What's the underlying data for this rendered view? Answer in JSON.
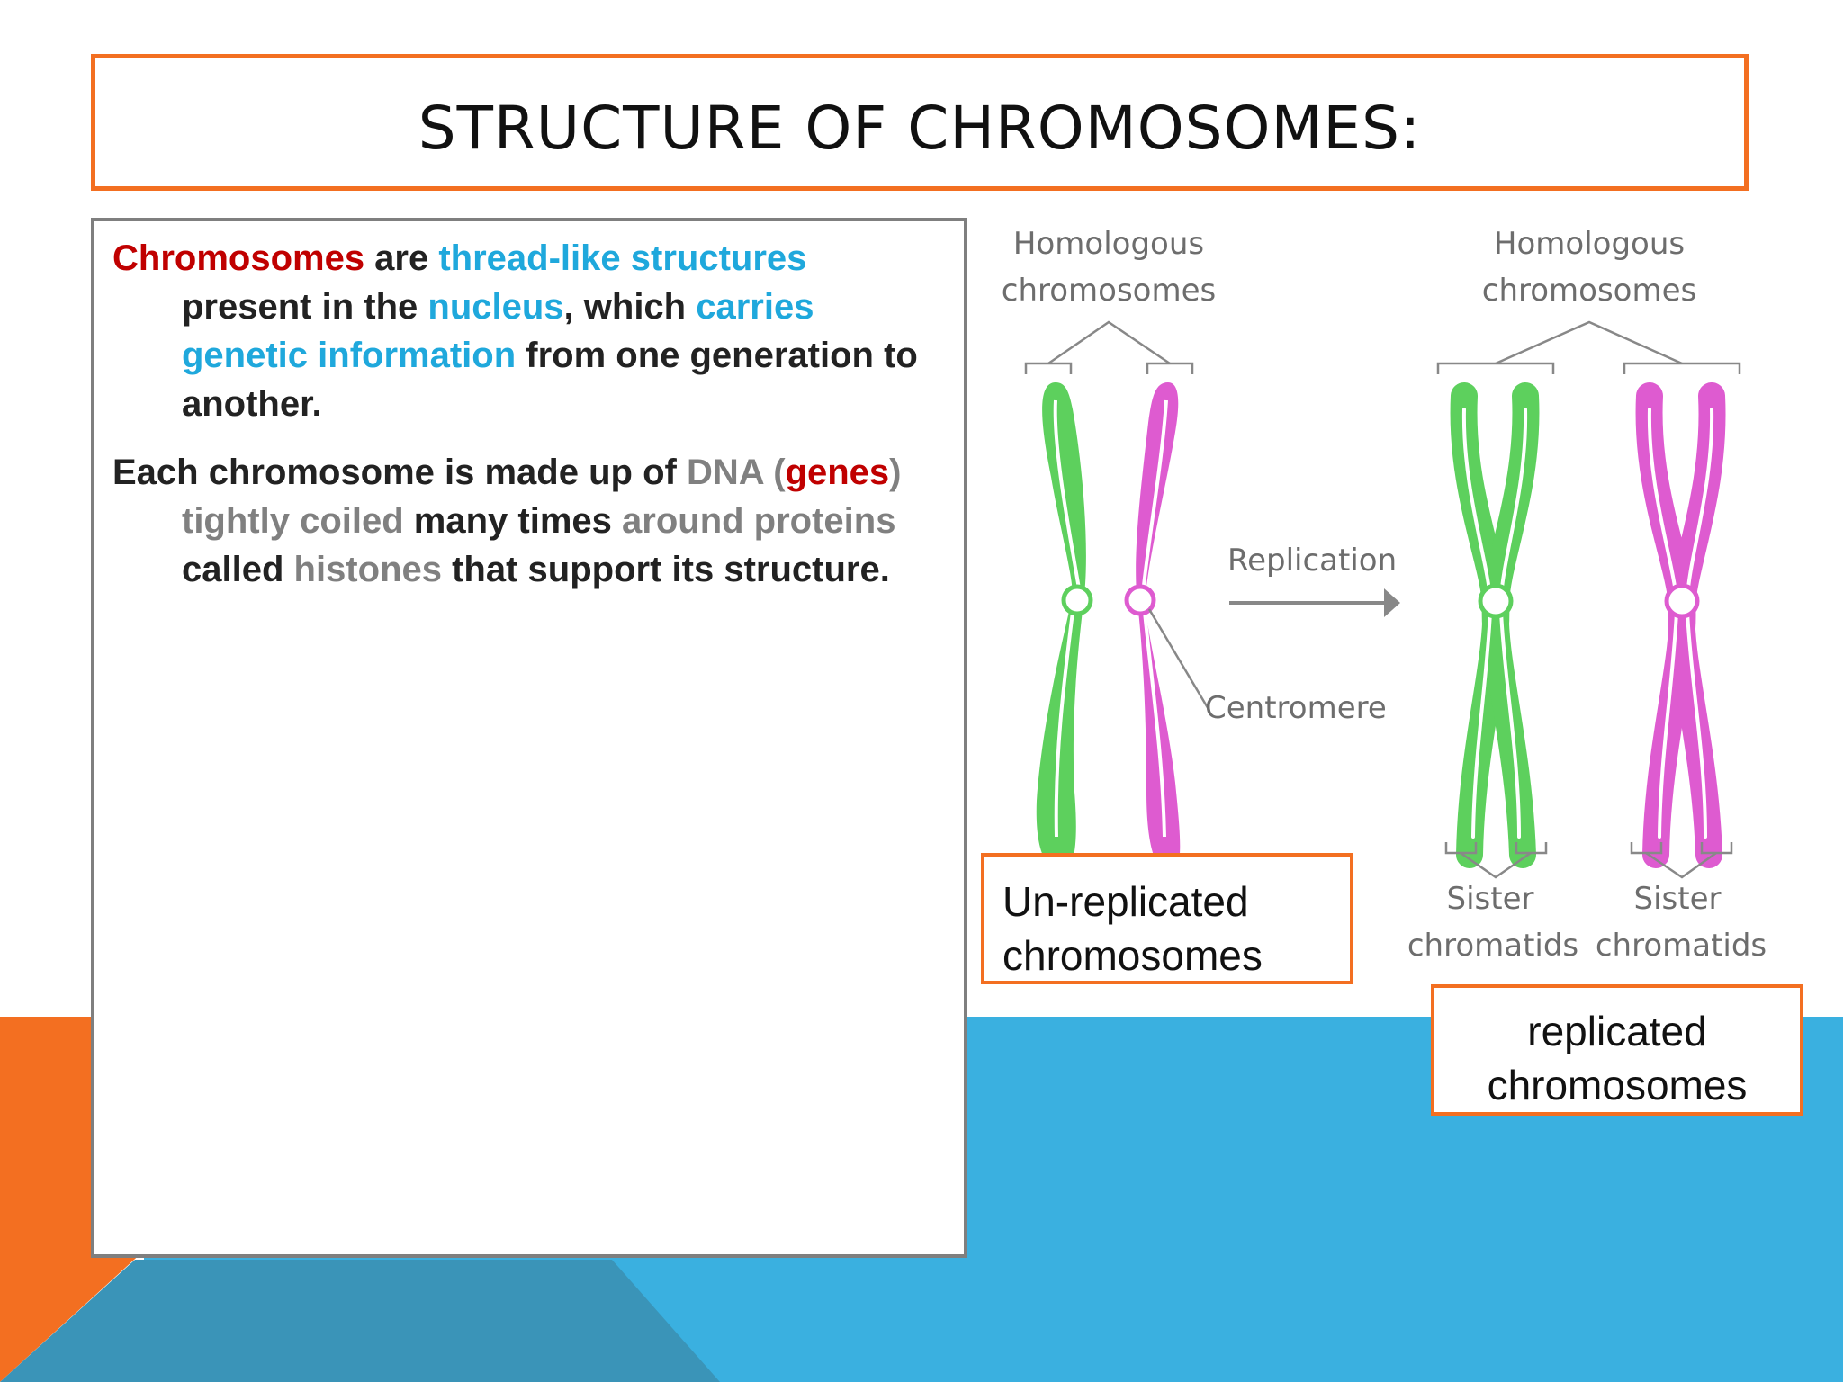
{
  "colors": {
    "accent_orange": "#f36f21",
    "accent_blue": "#3ab0e0",
    "accent_dark_blue": "#3a94b8",
    "text_red": "#c00000",
    "text_blue": "#1fa8dc",
    "text_gray": "#808080",
    "chromosome_green": "#5dd05d",
    "chromosome_pink": "#de5bd0"
  },
  "slide": {
    "title": "STRUCTURE OF CHROMOSOMES:"
  },
  "content": {
    "p1": {
      "s1": "Chromosomes",
      "s2": " are ",
      "s3": "thread-like structures",
      "s4": " present in the ",
      "s5": "nucleus",
      "s6": ", which ",
      "s7": "carries genetic information",
      "s8": " from one generation to another."
    },
    "p2": {
      "s1": "Each chromosome is made up of ",
      "s2": "DNA (",
      "s3": "genes",
      "s4": ") tightly coiled",
      "s5": " many times ",
      "s6": "around proteins",
      "s7": " called ",
      "s8": "histones",
      "s9": " that support its structure."
    }
  },
  "diagram": {
    "homologous_left": [
      "Homologous",
      "chromosomes"
    ],
    "homologous_right": [
      "Homologous",
      "chromosomes"
    ],
    "replication": "Replication",
    "centromere": "Centromere",
    "sister_left": [
      "Sister",
      "chromatids"
    ],
    "sister_right": [
      "Sister",
      "chromatids"
    ],
    "unreplicated_box": [
      "Un-replicated",
      "chromosomes"
    ],
    "replicated_box": [
      "replicated",
      "chromosomes"
    ]
  }
}
